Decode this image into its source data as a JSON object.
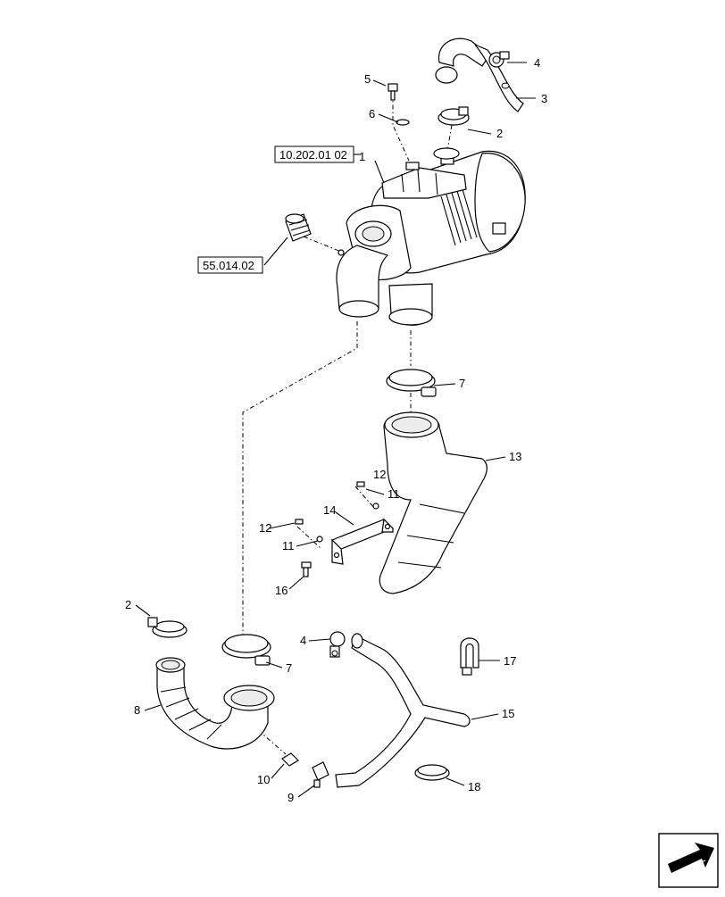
{
  "callouts": {
    "c1": "1",
    "c2a": "2",
    "c2b": "2",
    "c3": "3",
    "c4a": "4",
    "c4b": "4",
    "c5": "5",
    "c6": "6",
    "c7a": "7",
    "c7b": "7",
    "c8": "8",
    "c9": "9",
    "c10": "10",
    "c11a": "11",
    "c11b": "11",
    "c12a": "12",
    "c12b": "12",
    "c13": "13",
    "c14": "14",
    "c15": "15",
    "c16": "16",
    "c17": "17",
    "c18": "18"
  },
  "references": {
    "ref_air_cleaner": "10.202.01 02",
    "ref_sensor": "55.014.02"
  },
  "icons": {
    "nav_arrow": "next-page-arrow-icon"
  }
}
